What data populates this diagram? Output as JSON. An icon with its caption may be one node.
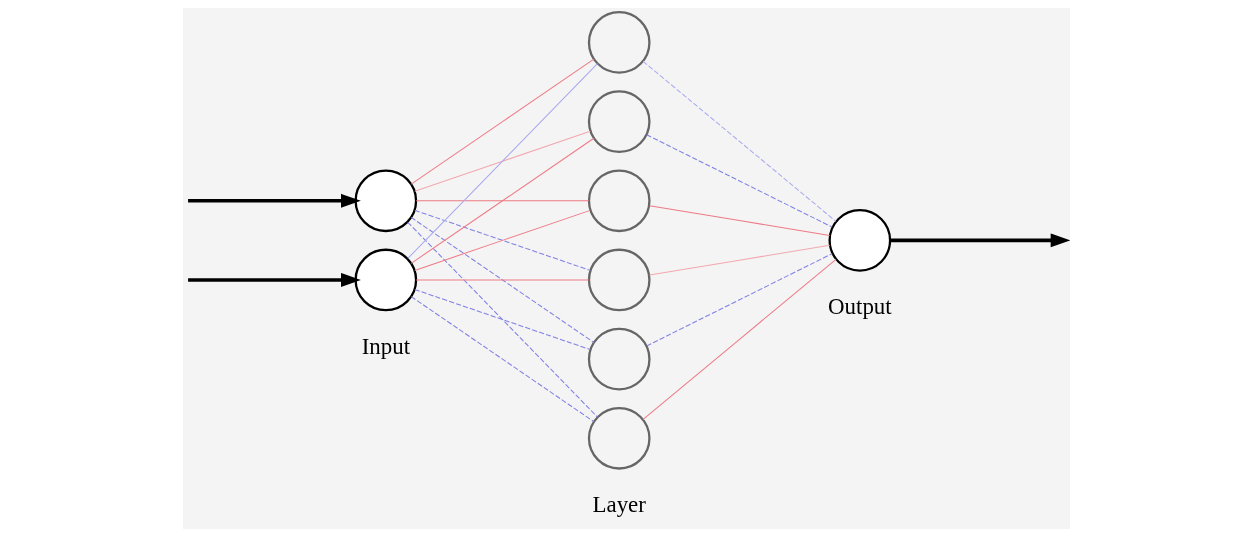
{
  "diagram": {
    "nodes": [
      {
        "text": [],
        "shape": "circle"
      },
      {
        "text": [],
        "shape": "circle"
      },
      {
        "text": [],
        "shape": "circle"
      },
      {
        "text": [],
        "shape": "circle"
      },
      {
        "text": [],
        "shape": "circle"
      },
      {
        "text": [],
        "shape": "circle"
      },
      {
        "text": [],
        "shape": "circle"
      },
      {
        "text": [],
        "shape": "circle"
      },
      {
        "text": [],
        "shape": "circle"
      }
    ],
    "edges": [
      {
        "from": null,
        "to": 0,
        "arrow": "to",
        "style": "thick",
        "color": "#000000"
      },
      {
        "from": null,
        "to": 1,
        "arrow": "to",
        "style": "thick",
        "color": "#000000"
      },
      {
        "from": 0,
        "to": 2,
        "arrow": "none",
        "color": "#ee7a85"
      },
      {
        "from": 0,
        "to": 3,
        "arrow": "none",
        "color": "#f2a8ae"
      },
      {
        "from": 0,
        "to": 4,
        "arrow": "none",
        "color": "#ee7a85"
      },
      {
        "from": 0,
        "to": 5,
        "arrow": "none",
        "style": "dashed",
        "color": "#7f7fe6"
      },
      {
        "from": 0,
        "to": 6,
        "arrow": "none",
        "style": "dashed",
        "color": "#7f7fe6"
      },
      {
        "from": 0,
        "to": 7,
        "arrow": "none",
        "style": "dashed",
        "color": "#7f7fe6"
      },
      {
        "from": 1,
        "to": 2,
        "arrow": "none",
        "color": "#a9a9ee"
      },
      {
        "from": 1,
        "to": 3,
        "arrow": "none",
        "color": "#ee7a85"
      },
      {
        "from": 1,
        "to": 4,
        "arrow": "none",
        "color": "#ee7a85"
      },
      {
        "from": 1,
        "to": 5,
        "arrow": "none",
        "color": "#ee7a85"
      },
      {
        "from": 1,
        "to": 6,
        "arrow": "none",
        "style": "dashed",
        "color": "#7f7fe6"
      },
      {
        "from": 1,
        "to": 7,
        "arrow": "none",
        "style": "dashed",
        "color": "#7f7fe6"
      },
      {
        "from": 2,
        "to": 8,
        "arrow": "none",
        "style": "dashed",
        "color": "#a9a9ee"
      },
      {
        "from": 3,
        "to": 8,
        "arrow": "none",
        "style": "dashed",
        "color": "#7f7fe6"
      },
      {
        "from": 4,
        "to": 8,
        "arrow": "none",
        "color": "#ee7a85"
      },
      {
        "from": 5,
        "to": 8,
        "arrow": "none",
        "color": "#f2a8ae"
      },
      {
        "from": 6,
        "to": 8,
        "arrow": "none",
        "style": "dashed",
        "color": "#7f7fe6"
      },
      {
        "from": 7,
        "to": 8,
        "arrow": "none",
        "color": "#ee7a85"
      },
      {
        "from": 8,
        "to": null,
        "arrow": "to",
        "style": "thick",
        "color": "#000000"
      }
    ],
    "labels": [
      "Layer",
      "Input",
      "Output"
    ]
  }
}
